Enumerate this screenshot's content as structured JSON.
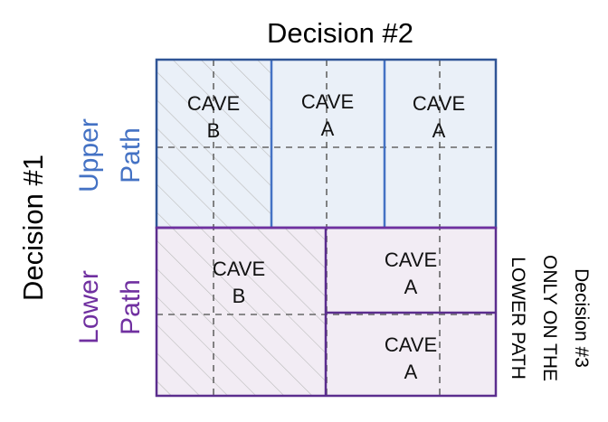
{
  "titles": {
    "decision1": "Decision #1",
    "decision2": "Decision #2",
    "decision3_lines": [
      "Decision #3",
      "ONLY ON THE",
      "LOWER PATH"
    ]
  },
  "paths": {
    "upper": [
      "Upper",
      "Path"
    ],
    "lower": [
      "Lower",
      "Path"
    ]
  },
  "cells": {
    "upper_left": [
      "CAVE",
      "B"
    ],
    "upper_mid": [
      "CAVE",
      "A"
    ],
    "upper_right": [
      "CAVE",
      "A"
    ],
    "lower_left": [
      "CAVE",
      "B"
    ],
    "lower_right_top": [
      "CAVE",
      "A"
    ],
    "lower_right_bottom": [
      "CAVE",
      "A"
    ]
  },
  "colors": {
    "upper_accent": "#4472c4",
    "upper_fill": "#eaf0f8",
    "upper_border": "#2f5496",
    "lower_accent": "#7030a0",
    "lower_fill": "#f2ecf4",
    "lower_border": "#5b2d8e",
    "dashed": "#666666",
    "hatch": "#bbbbbb"
  }
}
